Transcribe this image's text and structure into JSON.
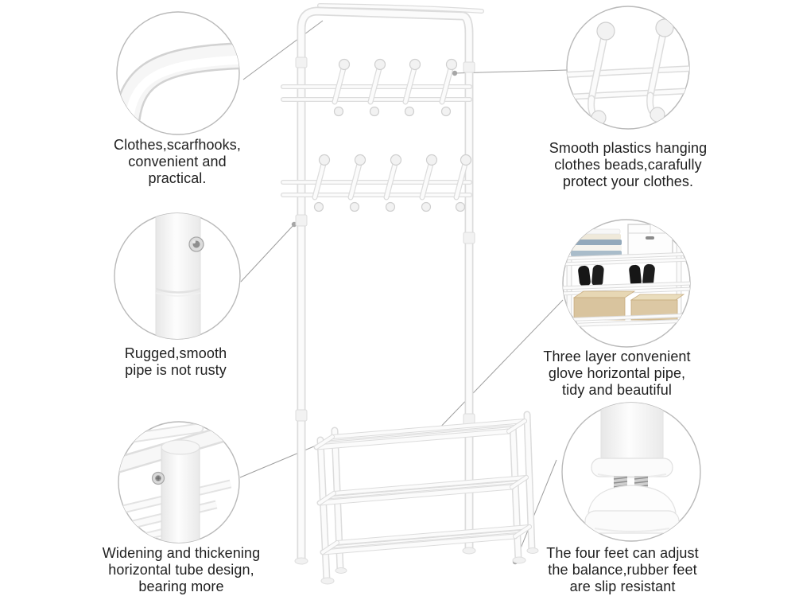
{
  "page": {
    "background": "#ffffff",
    "subject": "coat rack hall tree with hooks and 3-tier shoe bench"
  },
  "colors": {
    "circle_stroke": "#b9b9b9",
    "leader_line": "#9e9e9e",
    "text": "#1f1f1f",
    "tube_outline": "#dcdcdc",
    "tube_fill": "#fbfbfb",
    "shoe_black": "#161616",
    "box_tan": "#d9c49e",
    "clothes_blue": "#a9bcca"
  },
  "callouts": [
    {
      "id": "hooks-feature",
      "icon": "pipe-corner-icon",
      "text": "Clothes,scarfhooks,\nconvenient and\npractical."
    },
    {
      "id": "beads-feature",
      "icon": "double-hooks-icon",
      "text": "Smooth plastics hanging\nclothes beads,carafully\nprotect your clothes."
    },
    {
      "id": "pipe-feature",
      "icon": "smooth-pipe-icon",
      "text": "Rugged,smooth\npipe is not rusty"
    },
    {
      "id": "shelf-feature",
      "icon": "three-layer-shelf-icon",
      "text": "Three layer convenient\nglove horizontal pipe,\ntidy and beautiful"
    },
    {
      "id": "tube-feature",
      "icon": "tube-joint-icon",
      "text": "Widening and thickening\nhorizontal tube design,\nbearing more"
    },
    {
      "id": "feet-feature",
      "icon": "adjustable-foot-icon",
      "text": "The four feet can adjust\nthe balance,rubber feet\nare slip resistant"
    }
  ]
}
